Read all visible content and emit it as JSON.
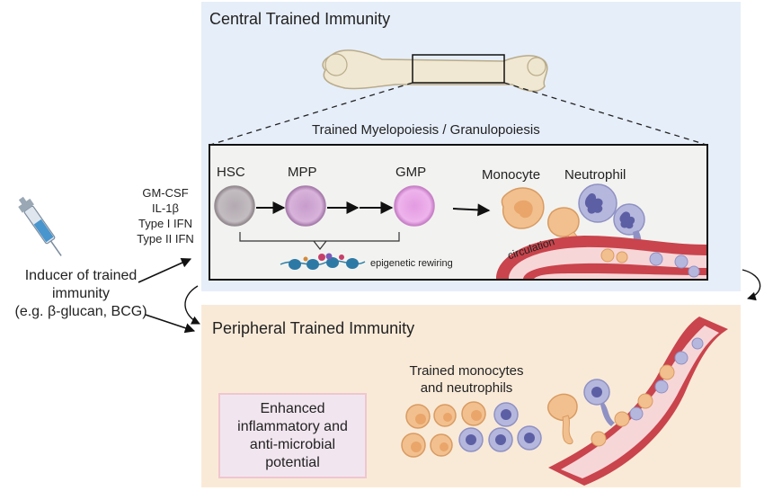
{
  "central": {
    "title": "Central Trained Immunity",
    "subtitle": "Trained Myelopoiesis / Granulopoiesis",
    "cells": {
      "hsc": "HSC",
      "mpp": "MPP",
      "gmp": "GMP",
      "monocyte": "Monocyte",
      "neutrophil": "Neutrophil"
    },
    "epigenetic_label": "epigenetic rewiring",
    "circulation_label": "circulation"
  },
  "signals": [
    "GM-CSF",
    "IL-1β",
    "Type I IFN",
    "Type II IFN"
  ],
  "inducer": {
    "line1": "Inducer of trained",
    "line2": "immunity",
    "line3": "(e.g. β-glucan, BCG)"
  },
  "peripheral": {
    "title": "Peripheral Trained Immunity",
    "trained_cells_line1": "Trained monocytes",
    "trained_cells_line2": "and neutrophils",
    "enhanced_line1": "Enhanced",
    "enhanced_line2": "inflammatory and",
    "enhanced_line3": "anti-microbial",
    "enhanced_line4": "potential"
  },
  "colors": {
    "central_bg": "#e6eef9",
    "peripheral_bg": "#f9ead8",
    "hsc": "#b9b3b8",
    "mpp": "#d2a8d4",
    "gmp": "#e8a3e6",
    "monocyte": "#f2c08e",
    "neutrophil": "#a9abd6",
    "vessel": "#c9444c"
  }
}
